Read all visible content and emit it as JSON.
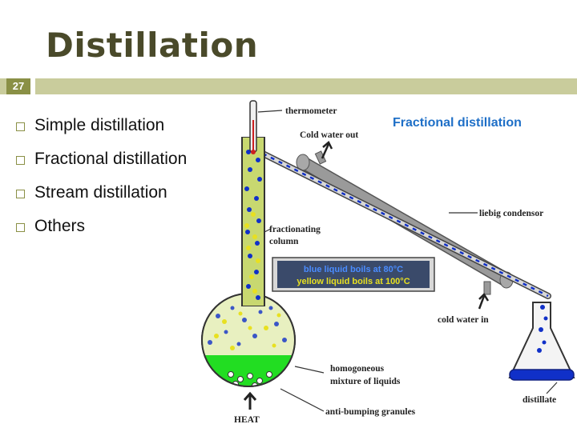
{
  "title": "Distillation",
  "slide_number": "27",
  "bullets": [
    "Simple distillation",
    "Fractional distillation",
    "Stream distillation",
    "Others"
  ],
  "diagram": {
    "caption": "Fractional distillation",
    "labels": {
      "thermometer": "thermometer",
      "cold_water_out": "Cold water out",
      "liebig_condenser": "liebig condensor",
      "fractionating_column_1": "fractionating",
      "fractionating_column_2": "column",
      "cold_water_in": "cold water in",
      "homogeneous_1": "homogoneous",
      "homogeneous_2": "mixture of liquids",
      "anti_bumping": "anti-bumping granules",
      "heat": "HEAT",
      "distillate": "distillate"
    },
    "info_box": {
      "blue_line": "blue liquid boils at 80°C",
      "yellow_line": "yellow liquid boils at 100°C"
    },
    "colors": {
      "blue_liquid": "#1030c8",
      "yellow_liquid": "#e8e020",
      "green_mixture": "#22dd22",
      "glass": "#b8b8b8",
      "info_box_bg": "#3a4a6a",
      "caption": "#1e6fc7"
    }
  }
}
